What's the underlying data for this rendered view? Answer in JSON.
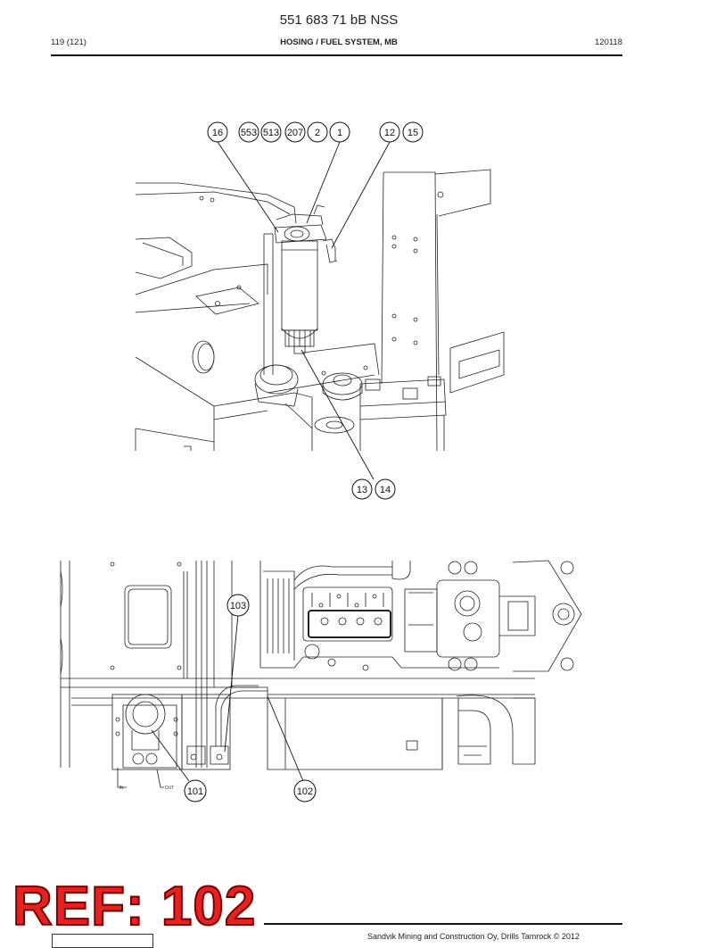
{
  "document": {
    "title": "551 683 71 bB NSS",
    "page_number": "119 (121)",
    "section": "HOSING / FUEL SYSTEM, MB",
    "date_code": "120118"
  },
  "upper_drawing": {
    "callouts": [
      "16",
      "553",
      "513",
      "207",
      "2",
      "1",
      "12",
      "15",
      "13",
      "14"
    ]
  },
  "lower_drawing": {
    "callouts": [
      "103",
      "101",
      "102"
    ],
    "small_labels": [
      "IN",
      "OUT"
    ]
  },
  "stamp": {
    "text": "REF: 102",
    "color": "#e32222"
  },
  "footer": {
    "copyright": "Sandvik Mining and Construction Oy, Drills Tamrock © 2012"
  }
}
